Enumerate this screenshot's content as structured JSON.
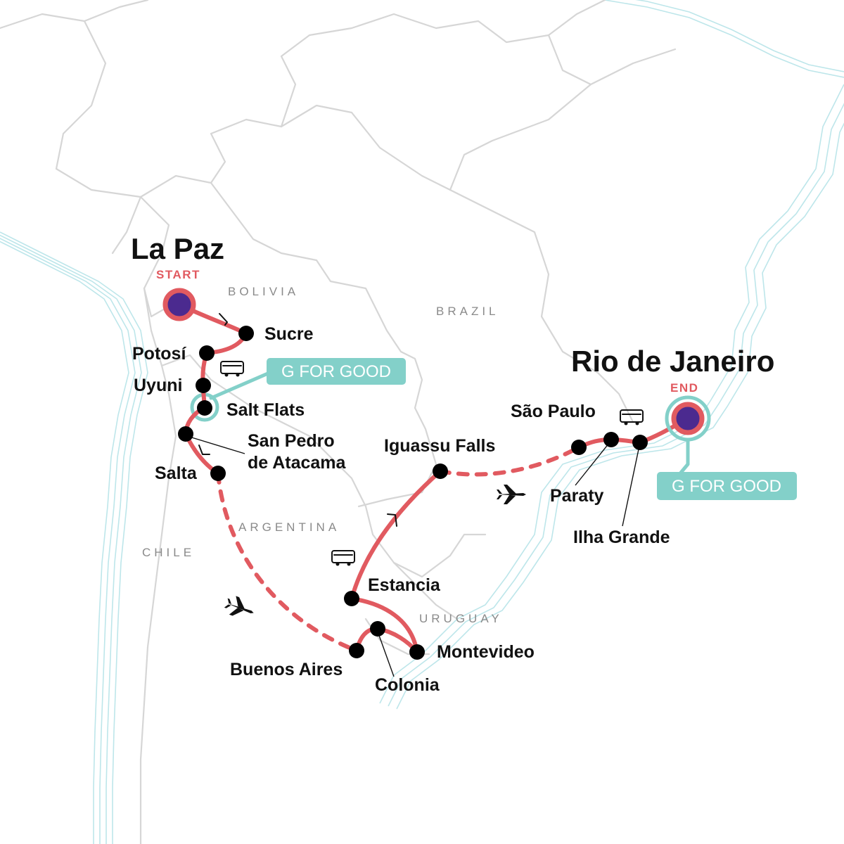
{
  "map": {
    "cities": {
      "start_city": "La Paz",
      "end_city": "Rio de Janeiro",
      "sucre": "Sucre",
      "potosi": "Potosí",
      "uyuni": "Uyuni",
      "salt_flats": "Salt Flats",
      "san_pedro_line1": "San Pedro",
      "san_pedro_line2": "de Atacama",
      "salta": "Salta",
      "iguassu": "Iguassu Falls",
      "sao_paulo": "São Paulo",
      "paraty": "Paraty",
      "ilha_grande": "Ilha Grande",
      "estancia": "Estancia",
      "montevideo": "Montevideo",
      "buenos_aires": "Buenos Aires",
      "colonia": "Colonia"
    },
    "countries": {
      "bolivia": "BOLIVIA",
      "brazil": "BRAZIL",
      "argentina": "ARGENTINA",
      "chile": "CHILE",
      "uruguay": "URUGUAY"
    },
    "markers": {
      "start": "START",
      "end": "END"
    },
    "badges": {
      "g_for_good_1": "G FOR GOOD",
      "g_for_good_2": "G FOR GOOD"
    },
    "icons": [
      "bus-icon",
      "plane-icon",
      "arrow-chevron-icon"
    ],
    "colors": {
      "route": "#e15a60",
      "teal": "#83d0c9",
      "start_end_fill": "#4b2a8f",
      "stop": "#000000",
      "border": "#d6d6d6",
      "coast": "#bde6ea",
      "country_label": "#8a8a8a"
    }
  }
}
